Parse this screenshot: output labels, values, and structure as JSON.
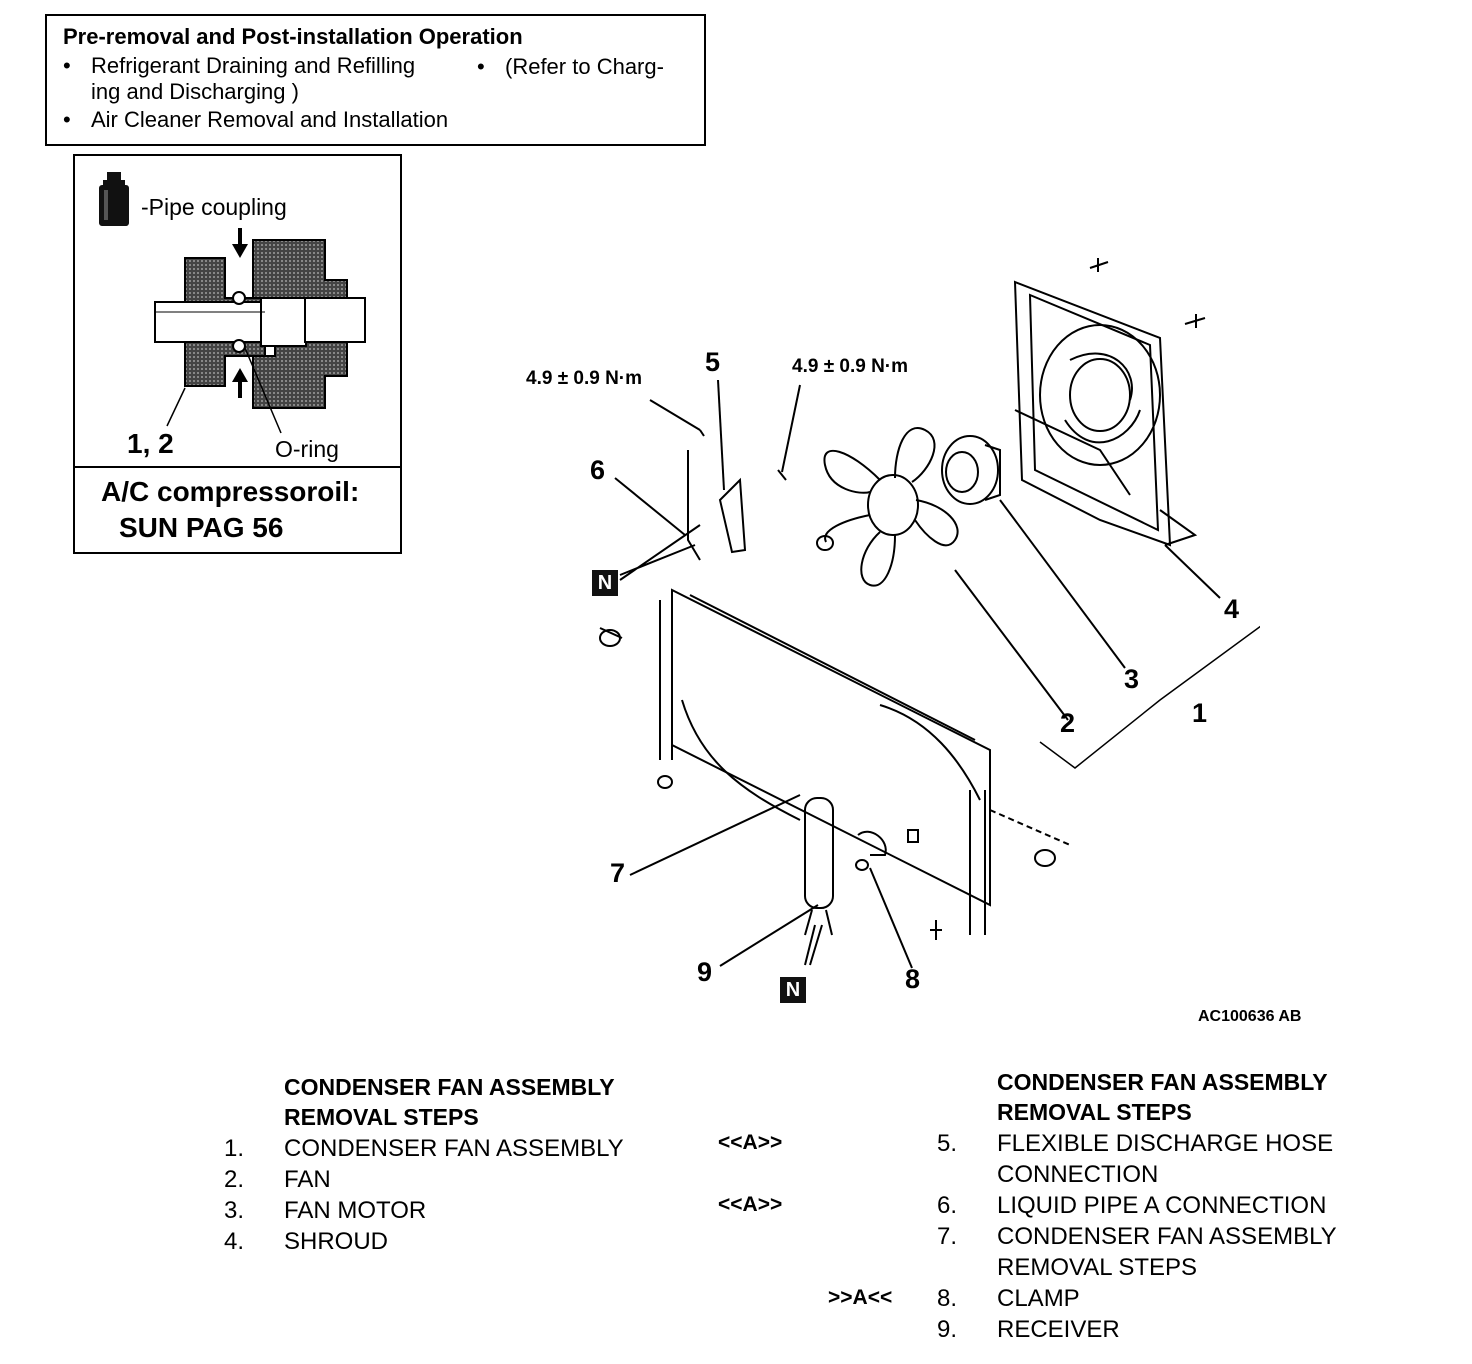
{
  "operation_box": {
    "title": "Pre-removal and Post-installation Operation",
    "bullet1": "Refrigerant Draining and Refilling",
    "bullet1_ref": "(Refer to Charg-",
    "bullet1_cont": "ing and Discharging )",
    "bullet2": "Air Cleaner Removal and Installation"
  },
  "inset": {
    "legend": "-Pipe coupling",
    "part_label": "1, 2",
    "oring_label": "O-ring",
    "oil_line1": "A/C compressoroil:",
    "oil_line2": "SUN PAG 56"
  },
  "diagram": {
    "torque_left": "4.9 ± 0.9 N·m",
    "torque_right": "4.9 ± 0.9 N·m",
    "n_mark": "N",
    "callouts": [
      "1",
      "2",
      "3",
      "4",
      "5",
      "6",
      "7",
      "8",
      "9"
    ],
    "figure_id": "AC100636 AB"
  },
  "steps_left": {
    "heading1": "CONDENSER FAN ASSEMBLY",
    "heading2": "REMOVAL STEPS",
    "items": [
      {
        "num": "1.",
        "label": "CONDENSER FAN ASSEMBLY"
      },
      {
        "num": "2.",
        "label": "FAN"
      },
      {
        "num": "3.",
        "label": "FAN MOTOR"
      },
      {
        "num": "4.",
        "label": "SHROUD"
      }
    ]
  },
  "steps_right": {
    "heading1": "CONDENSER FAN ASSEMBLY",
    "heading2": "REMOVAL STEPS",
    "mark_a": "<<A>>",
    "mark_b": "<<A>>",
    "mark_c": ">>A<<",
    "items": [
      {
        "num": "5.",
        "label": "FLEXIBLE DISCHARGE HOSE",
        "label2": "CONNECTION"
      },
      {
        "num": "6.",
        "label": "LIQUID PIPE A CONNECTION"
      },
      {
        "num": "7.",
        "label": "CONDENSER FAN ASSEMBLY",
        "label2": "REMOVAL STEPS"
      },
      {
        "num": "8.",
        "label": "CLAMP"
      },
      {
        "num": "9.",
        "label": "RECEIVER"
      }
    ]
  }
}
